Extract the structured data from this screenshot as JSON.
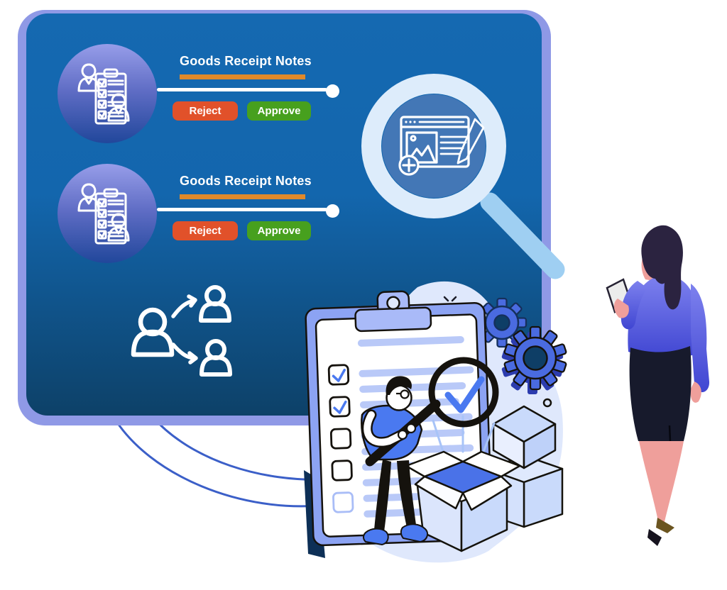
{
  "board": {
    "rows": [
      {
        "title": "Goods Receipt Notes",
        "reject": "Reject",
        "approve": "Approve"
      },
      {
        "title": "Goods Receipt Notes",
        "reject": "Reject",
        "approve": "Approve"
      }
    ]
  },
  "colors": {
    "board_top": "#1569b1",
    "board_bottom": "#0d4168",
    "board_border": "#8f99e6",
    "title_text": "#ffffff",
    "title_underline": "#e0892a",
    "reject_bg": "#e1512a",
    "approve_bg": "#47a01e",
    "button_text": "#ffffff",
    "accent_blue": "#4a79f0",
    "blob_light_blue": "#dfe8fc",
    "gear_blue": "#4a6be0",
    "magnifier_ring": "#ddecfb",
    "magnifier_handle": "#9fcff2"
  },
  "icons": {
    "avatar": "receipt-checklist-users-icon",
    "top_magnifier": "document-review-magnifier-icon",
    "delegate": "delegate-users-icon",
    "check_magnifier": "check-magnifier-icon",
    "gear": "gear-icon",
    "sparkle": "sparkle-icon",
    "boxes": "shipping-boxes",
    "clipboard": "checklist-clipboard",
    "woman": "woman-with-phone"
  }
}
